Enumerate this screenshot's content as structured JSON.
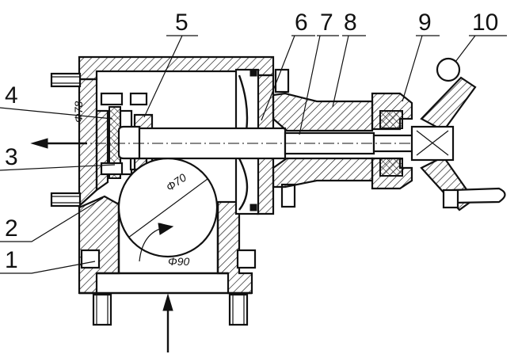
{
  "callouts": [
    {
      "id": "1",
      "text": "1"
    },
    {
      "id": "2",
      "text": "2"
    },
    {
      "id": "3",
      "text": "3"
    },
    {
      "id": "4",
      "text": "4"
    },
    {
      "id": "5",
      "text": "5"
    },
    {
      "id": "6",
      "text": "6"
    },
    {
      "id": "7",
      "text": "7"
    },
    {
      "id": "8",
      "text": "8"
    },
    {
      "id": "9",
      "text": "9"
    },
    {
      "id": "10",
      "text": "10"
    }
  ],
  "dimensions": {
    "small_diameter": "Φ78",
    "disc_diameter": "Φ70",
    "bore_diameter": "Φ90"
  }
}
